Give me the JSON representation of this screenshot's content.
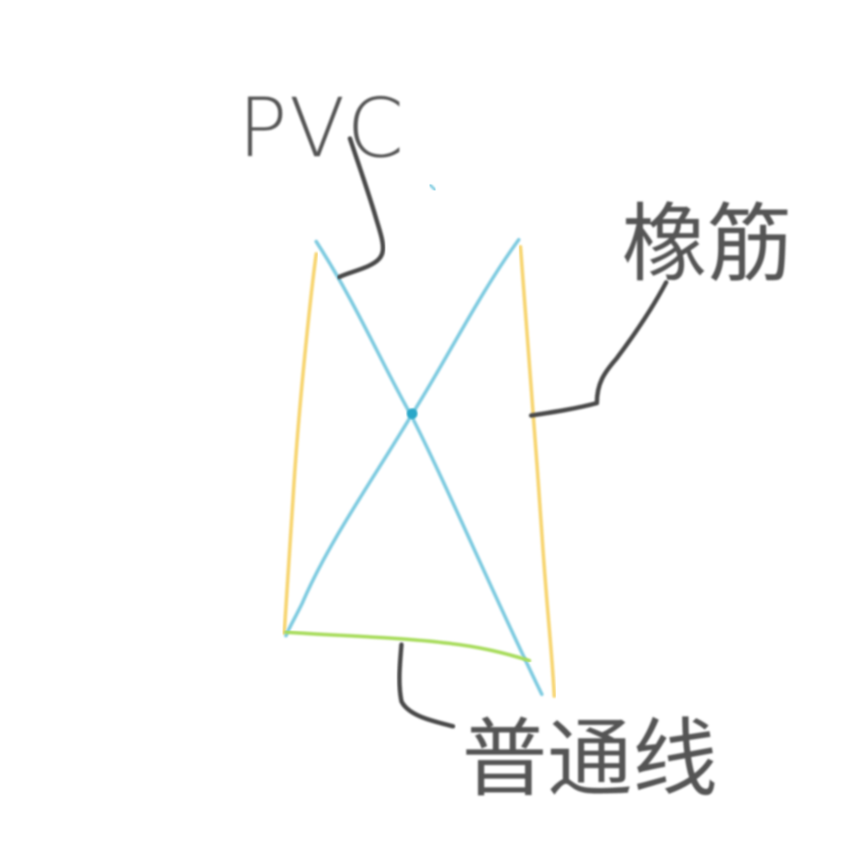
{
  "labels": {
    "pvc": "PVC",
    "rubber_band": "橡筋",
    "ordinary_line": "普通线"
  },
  "colors": {
    "background": "#ffffff",
    "pvc_rod": "#7ecbe0",
    "rubber_band": "#f7d46e",
    "ordinary_line": "#a7dc5c",
    "leader": "#4a4a4a",
    "label_text": "#555555",
    "center_dot": "#2aa7c8"
  }
}
